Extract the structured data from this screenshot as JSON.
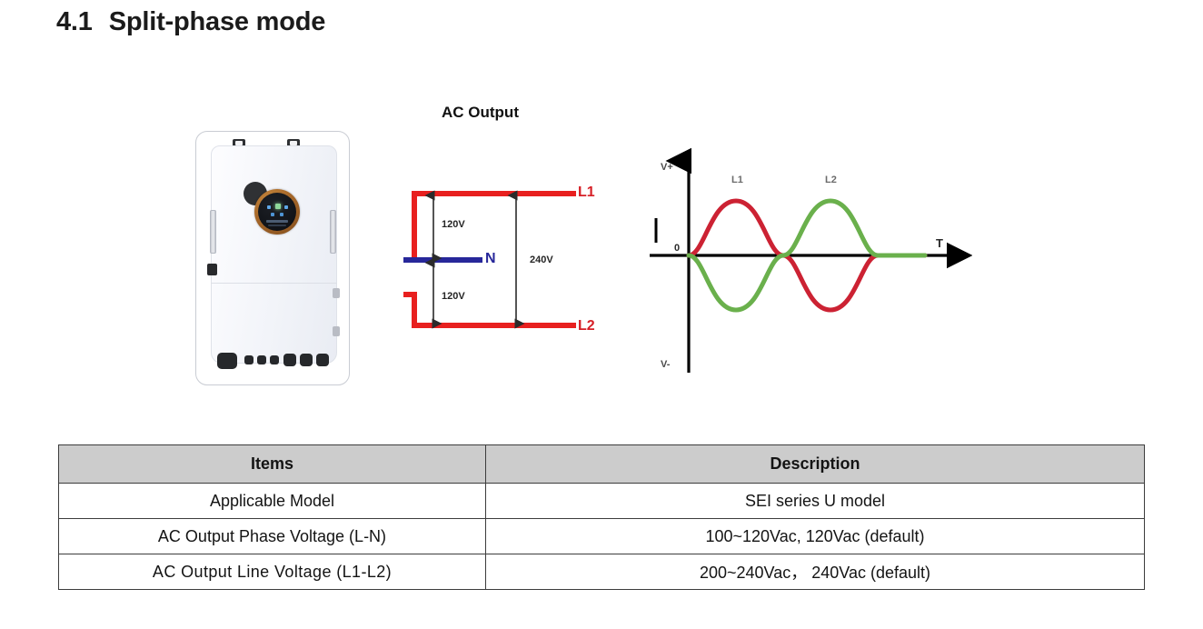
{
  "heading": {
    "number": "4.1",
    "title": "Split-phase mode"
  },
  "figure": {
    "ac_output_title": "AC Output",
    "wiring": {
      "labels": {
        "l1": "L1",
        "neutral": "N",
        "l2": "L2"
      },
      "dimensions": {
        "phase_top": "120V",
        "phase_bottom": "120V",
        "line": "240V"
      },
      "colors": {
        "line_wire": "#e8201f",
        "neutral_wire": "#27279a",
        "dimension_arrow": "#2b2b2b"
      }
    },
    "waveform": {
      "axis_positive": "V+",
      "axis_negative": "V-",
      "axis_origin": "0",
      "axis_time": "T",
      "curve_labels": {
        "l1": "L1",
        "l2": "L2"
      },
      "colors": {
        "l1": "#cc2233",
        "l2": "#6ab04c",
        "axis": "#000000"
      }
    },
    "device": {
      "name": "hybrid-inverter"
    }
  },
  "chart_data": {
    "type": "line",
    "title": "",
    "xlabel": "T",
    "ylabel": "V",
    "xlim": [
      0,
      1
    ],
    "ylim": [
      -1,
      1
    ],
    "grid": false,
    "legend": "inline-labels",
    "annotations": [
      "V+",
      "V-",
      "0",
      "T",
      "L1",
      "L2"
    ],
    "series": [
      {
        "name": "L1",
        "color": "#cc2233",
        "phase_deg": 0,
        "amplitude": 1,
        "cycles": 1,
        "description": "sine starting at zero rising to positive peak at quarter cycle"
      },
      {
        "name": "L2",
        "color": "#6ab04c",
        "phase_deg": 180,
        "amplitude": 1,
        "cycles": 1,
        "description": "sine 180 degrees out of phase with L1, starting at zero falling to negative trough at quarter cycle"
      }
    ]
  },
  "table": {
    "headers": [
      "Items",
      "Description"
    ],
    "rows": [
      {
        "item": "Applicable Model",
        "description": "SEI series U model"
      },
      {
        "item": "AC Output Phase Voltage (L-N)",
        "description": "100~120Vac, 120Vac (default)"
      },
      {
        "item": "AC Output Line Voltage (L1-L2)",
        "description": "200~240Vac， 240Vac (default)"
      }
    ]
  }
}
